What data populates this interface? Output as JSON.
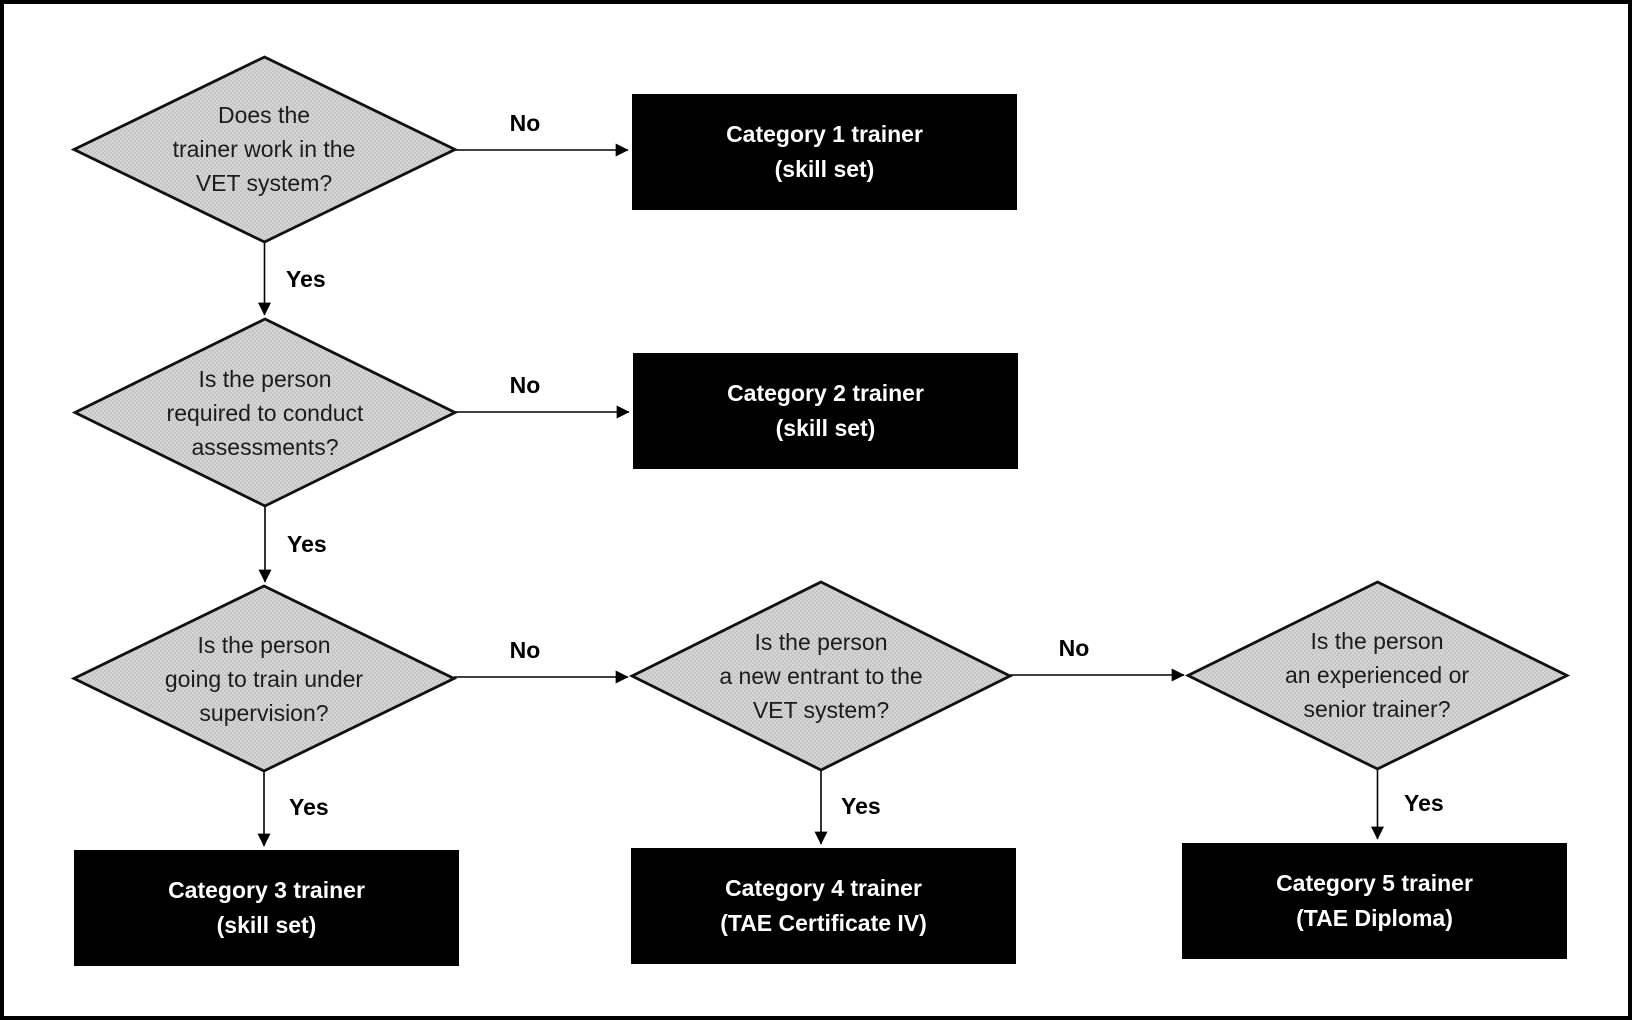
{
  "diagram": {
    "type": "flowchart",
    "colors": {
      "background": "#ffffff",
      "canvas_border": "#000000",
      "diamond_fill": "#c5c5c5",
      "diamond_stroke": "#111111",
      "outcome_fill": "#000000",
      "outcome_text": "#ffffff",
      "line": "#000000"
    },
    "decisions": [
      {
        "id": "q1",
        "lines": [
          "Does the",
          "trainer work in the",
          "VET system?"
        ]
      },
      {
        "id": "q2",
        "lines": [
          "Is the person",
          "required to conduct",
          "assessments?"
        ]
      },
      {
        "id": "q3",
        "lines": [
          "Is the person",
          "going to train under",
          "supervision?"
        ]
      },
      {
        "id": "q4",
        "lines": [
          "Is the person",
          "a new entrant to the",
          "VET system?"
        ]
      },
      {
        "id": "q5",
        "lines": [
          "Is the person",
          "an experienced or",
          "senior trainer?"
        ]
      }
    ],
    "outcomes": [
      {
        "id": "c1",
        "lines": [
          "Category 1 trainer",
          "(skill set)"
        ]
      },
      {
        "id": "c2",
        "lines": [
          "Category 2 trainer",
          "(skill set)"
        ]
      },
      {
        "id": "c3",
        "lines": [
          "Category 3 trainer",
          "(skill set)"
        ]
      },
      {
        "id": "c4",
        "lines": [
          "Category 4 trainer",
          "(TAE Certificate IV)"
        ]
      },
      {
        "id": "c5",
        "lines": [
          "Category 5 trainer",
          "(TAE Diploma)"
        ]
      }
    ],
    "edges": [
      {
        "from": "q1",
        "to": "c1",
        "label": "No"
      },
      {
        "from": "q1",
        "to": "q2",
        "label": "Yes"
      },
      {
        "from": "q2",
        "to": "c2",
        "label": "No"
      },
      {
        "from": "q2",
        "to": "q3",
        "label": "Yes"
      },
      {
        "from": "q3",
        "to": "q4",
        "label": "No"
      },
      {
        "from": "q3",
        "to": "c3",
        "label": "Yes"
      },
      {
        "from": "q4",
        "to": "q5",
        "label": "No"
      },
      {
        "from": "q4",
        "to": "c4",
        "label": "Yes"
      },
      {
        "from": "q5",
        "to": "c5",
        "label": "Yes"
      }
    ]
  }
}
